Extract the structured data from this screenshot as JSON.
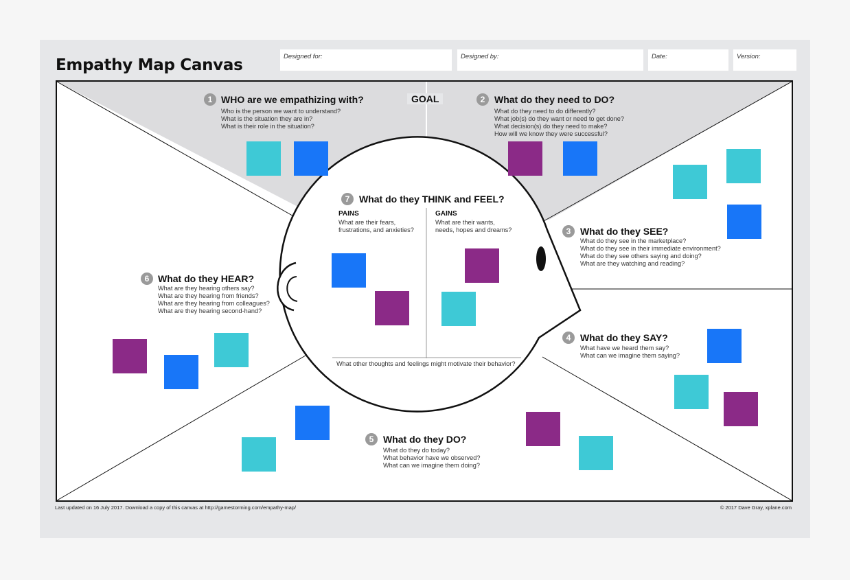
{
  "header": {
    "title": "Empathy Map Canvas",
    "designed_for_label": "Designed for:",
    "designed_by_label": "Designed by:",
    "date_label": "Date:",
    "version_label": "Version:"
  },
  "goal_label": "GOAL",
  "sections": {
    "who": {
      "number": "1",
      "title": "WHO are we empathizing with?",
      "questions": [
        "Who is the person we want to understand?",
        "What is the situation they are in?",
        "What is their role in the situation?"
      ]
    },
    "do_need": {
      "number": "2",
      "title": "What do they need to DO?",
      "questions": [
        "What do they need to do differently?",
        "What job(s) do they want or need to get done?",
        "What decision(s) do they need to make?",
        "How will we know they were successful?"
      ]
    },
    "see": {
      "number": "3",
      "title": "What do they SEE?",
      "questions": [
        "What do they see in the marketplace?",
        "What do they see in their immediate environment?",
        "What do they see others saying and doing?",
        "What are they watching and reading?"
      ]
    },
    "say": {
      "number": "4",
      "title": "What do they SAY?",
      "questions": [
        "What have we heard them say?",
        "What can we imagine them saying?"
      ]
    },
    "do": {
      "number": "5",
      "title": "What do they DO?",
      "questions": [
        "What do they do today?",
        "What behavior have we observed?",
        "What can we imagine them doing?"
      ]
    },
    "hear": {
      "number": "6",
      "title": "What do they HEAR?",
      "questions": [
        "What are they hearing others say?",
        "What are they hearing from friends?",
        "What are they hearing from colleagues?",
        "What are they hearing second-hand?"
      ]
    },
    "think_feel": {
      "number": "7",
      "title": "What do they THINK and FEEL?",
      "pains_label": "PAINS",
      "pains_questions": [
        "What are their fears,",
        "frustrations, and anxieties?"
      ],
      "gains_label": "GAINS",
      "gains_questions": [
        "What are their wants,",
        "needs, hopes and dreams?"
      ],
      "other_question": "What other thoughts and feelings might motivate their behavior?"
    }
  },
  "colors": {
    "teal": "#3ec9d6",
    "blue": "#1876f8",
    "purple": "#8b2a87",
    "number_badge": "#9a9a9a",
    "top_panel": "#dcdcde"
  },
  "footer": {
    "left": "Last updated on 16 July 2017. Download a copy of this canvas at http://gamestorming.com/empathy-map/",
    "right": "© 2017 Dave Gray, xplane.com"
  }
}
